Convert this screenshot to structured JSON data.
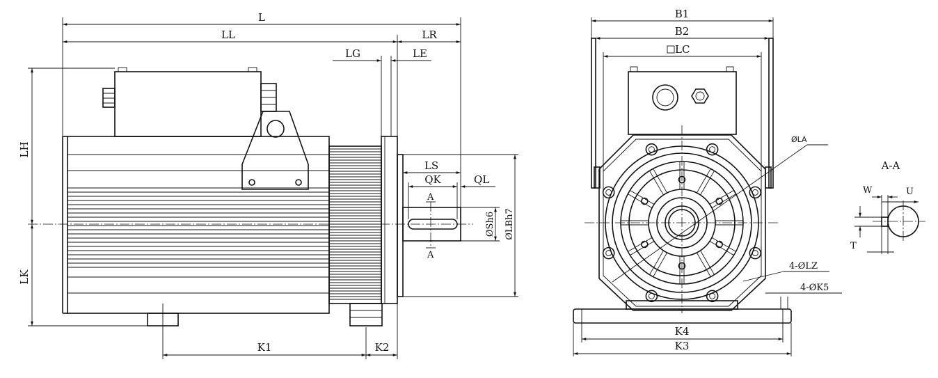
{
  "labels": {
    "L": "L",
    "LL": "LL",
    "LR": "LR",
    "LG": "LG",
    "LE": "LE",
    "LH": "LH",
    "LK": "LK",
    "LS": "LS",
    "QK": "QK",
    "QL": "QL",
    "A_top": "A",
    "A_bottom": "A",
    "S": "ØSh6",
    "LB": "ØLBh7",
    "K1": "K1",
    "K2": "K2",
    "B1": "B1",
    "B2": "B2",
    "LC": "LC",
    "LA": "ØLA",
    "LZ": "4-ØLZ",
    "K5": "4-ØK5",
    "K4": "K4",
    "K3": "K3",
    "section": "A-A",
    "W": "W",
    "U": "U",
    "T": "T"
  }
}
